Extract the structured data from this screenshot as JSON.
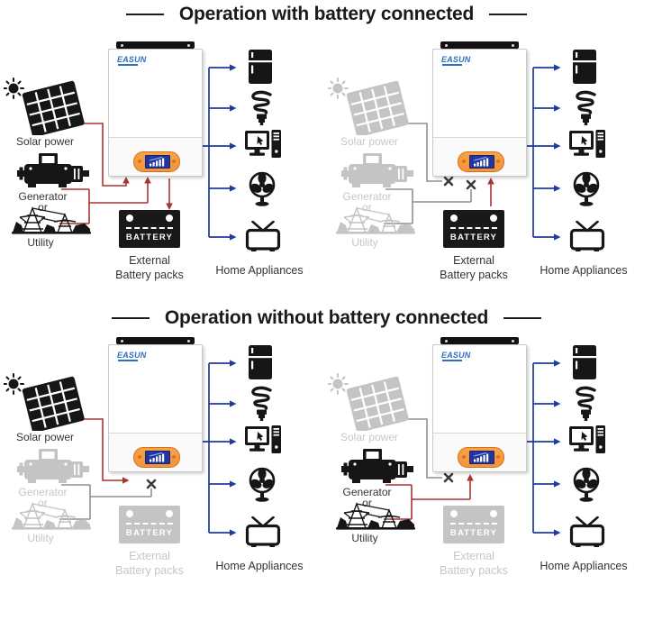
{
  "titles": {
    "with_battery": "Operation with battery connected",
    "without_battery": "Operation without battery connected"
  },
  "labels": {
    "solar": "Solar power",
    "generator": "Generator",
    "or": "or",
    "utility": "Utility",
    "battery": "BATTERY",
    "external_1": "External",
    "external_2": "Battery packs",
    "appliances": "Home Appliances",
    "brand": "EASUN"
  },
  "appliance_icons": [
    "refrigerator",
    "cfl-bulb",
    "computer",
    "fan",
    "television"
  ],
  "panels": [
    {
      "id": "with-battery-normal",
      "solar_source": "active",
      "generator_source": "active",
      "battery": "active",
      "battery_flow": "charging"
    },
    {
      "id": "with-battery-backup",
      "solar_source": "inactive",
      "generator_source": "inactive",
      "battery": "active",
      "battery_flow": "discharging"
    },
    {
      "id": "without-battery-solar",
      "solar_source": "active",
      "generator_source": "inactive",
      "battery": "inactive",
      "battery_flow": "none"
    },
    {
      "id": "without-battery-utility",
      "solar_source": "inactive",
      "generator_source": "active",
      "battery": "inactive",
      "battery_flow": "none"
    }
  ],
  "colors": {
    "flow_red": "#a83430",
    "flow_blue": "#1e3a9c",
    "wire_gray": "#8f8f8f",
    "inactive": "#c4c4c4",
    "inactive_text": "#c6c6c6",
    "ink": "#161616",
    "label": "#333333",
    "x_mark": "#3b3b3b",
    "battery_dark": "#191919",
    "display_orange": "#f2933b",
    "display_border": "#dd6f1c",
    "screen_blue": "#2336a0",
    "logo_blue": "#2e6fc2"
  }
}
